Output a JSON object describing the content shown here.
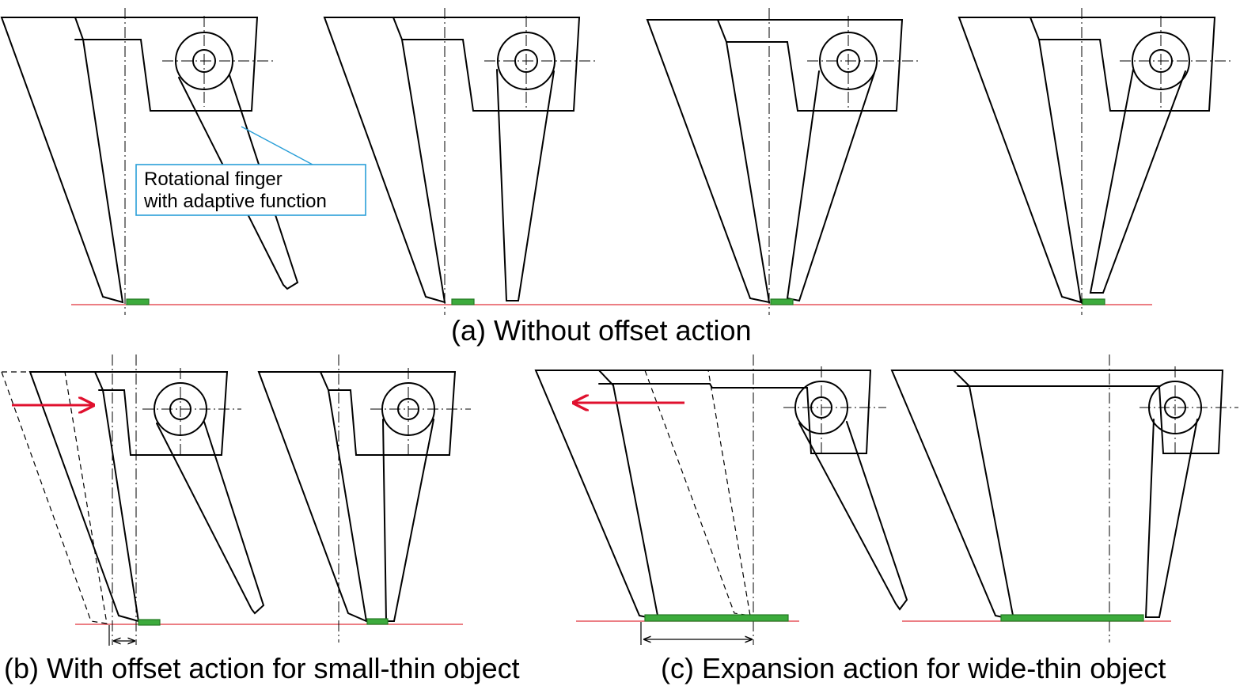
{
  "captions": {
    "a": "(a) Without offset action",
    "b": "(b) With offset action for small-thin object",
    "c": "(c) Expansion action for wide-thin object"
  },
  "callout": {
    "line1": "Rotational finger",
    "line2": "with adaptive function"
  },
  "colors": {
    "ground_line": "#e0303a",
    "object": "#3cab3c",
    "arrow": "#e0102e",
    "callout_border": "#2a9fd8"
  }
}
